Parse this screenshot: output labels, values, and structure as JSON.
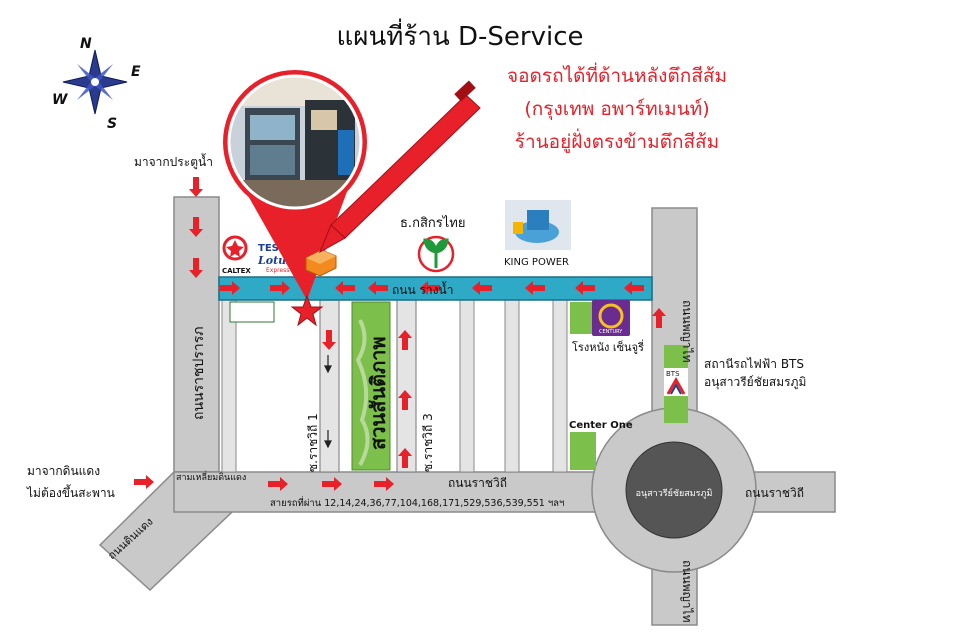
{
  "title": "แผนที่ร้าน D-Service",
  "parking_note": {
    "line1": "จอดรถได้ที่ด้านหลังตึกสีส้ม",
    "line2": "(กรุงเทพ อพาร์ทเมนท์)",
    "line3": "ร้านอยู่ฝั่งตรงข้ามตึกสีส้ม",
    "color": "#e8202a"
  },
  "compass": {
    "north": "N",
    "east": "E",
    "south": "S",
    "west": "W"
  },
  "roads": {
    "rang_nam": "ถนน รางน้ำ",
    "ratchaprarop": "ถนนราชปรารภ",
    "phayathai": "ถนนพญาไท",
    "ratchawithi_left": "ถนนราชวิถี",
    "ratchawithi_right": "ถนนราชวิถี",
    "din_daeng": "ถนนดินแดง",
    "soi_1": "ซ.ราชวิถี 1",
    "soi_3": "ซ.ราชวิถี 3"
  },
  "notes": {
    "from_pratunam": "มาจากประตูน้ำ",
    "from_din_daeng_1": "มาจากดินแดง",
    "from_din_daeng_2": "ไม่ต้องขึ้นสะพาน",
    "din_daeng_junction": "สามเหลี่ยมดินแดง",
    "bus_lines": "สายรถที่ผ่าน 12,14,24,36,77,104,168,171,529,536,539,551 ฯลฯ"
  },
  "landmarks": {
    "park": "สวนสันติภาพ",
    "kasikorn": "ธ.กสิกรไทย",
    "king_power": "KING POWER",
    "cinema": "โรงหนัง เซ็นจูรี่",
    "center_one": "Center One",
    "bts_1": "สถานีรถไฟฟ้า BTS",
    "bts_2": "อนุสาวรีย์ชัยสมรภูมิ",
    "monument": "อนุสาวรีย์ชัยสมรภูมิ",
    "caltex": "CALTEX",
    "tesco_1": "TESCO",
    "tesco_2": "Lotus",
    "tesco_3": "Express",
    "century_logo": "CENTURY",
    "bts_logo": "BTS"
  },
  "colors": {
    "road": "#c9c9c9",
    "road_edge": "#8a8a8a",
    "rang_nam_road": "#2ea9c6",
    "park": "#7cbf4a",
    "arrow": "#e8202a",
    "star": "#e8202a",
    "kasikorn_green": "#1e9a3a",
    "cinema_purple": "#6a2c91",
    "monument_dark": "#444444"
  },
  "icons": [
    "compass-rose-icon",
    "map-pin-callout",
    "location-star-icon",
    "caltex-logo",
    "tesco-logo",
    "kasikorn-logo",
    "king-power-logo",
    "century-logo",
    "bts-logo",
    "direction-arrow-icon"
  ]
}
